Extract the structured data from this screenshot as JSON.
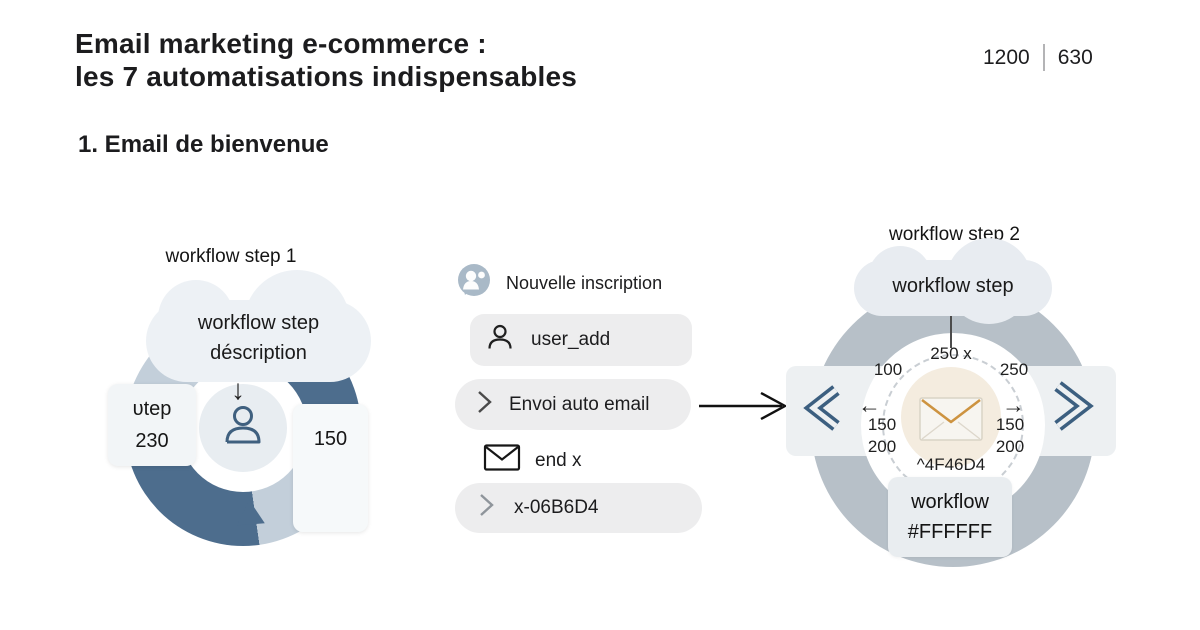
{
  "header": {
    "title_line1": "Email marketing e-commerce :",
    "title_line2": "les 7 automatisations indispensables",
    "canvas_width": "1200",
    "canvas_height": "630",
    "section_heading": "1. Email de bienvenue"
  },
  "left_diagram": {
    "title": "workflow step 1",
    "cloud_line1": "workflow step",
    "cloud_line2": "déscription",
    "down_arrow": "↓",
    "left_card_line1": "υtep",
    "left_card_line2": "230",
    "right_card_value": "150",
    "center_icon": "person-icon",
    "colors": {
      "ring_dark": "#4d6d8d",
      "ring_light": "#c3cfda",
      "center_circle": "#e8edf1"
    }
  },
  "flow_list": {
    "items": [
      {
        "icon": "person-badge-icon",
        "label": "Nouvelle inscription"
      },
      {
        "icon": "user-outline-icon",
        "label": "user_add"
      },
      {
        "icon": "chevron-right-icon",
        "label": "Envoi auto email"
      },
      {
        "icon": "envelope-outline-icon",
        "label": "end x"
      },
      {
        "icon": "chevron-right-icon",
        "label": "x-06B6D4"
      }
    ],
    "connector_icon": "long-right-arrow-icon"
  },
  "right_diagram": {
    "title": "workflow step 2",
    "cloud_text": "workflow step",
    "dial": {
      "top_label": "250 x",
      "upper_left": "100",
      "upper_right": "250",
      "lower_left_line1": "150",
      "lower_left_line2": "200",
      "lower_right_line1": "150",
      "lower_right_line2": "200",
      "bottom_code": "^4F46D4",
      "left_arrow": "←",
      "right_arrow": "→"
    },
    "bottom_card_line1": "workflow",
    "bottom_card_line2": "#FFFFFF",
    "colors": {
      "ring": "#b7c0c8",
      "center_circle": "#f4ecdf",
      "chevron_outline": "#3c5f80",
      "envelope_flap": "#cd9340"
    }
  }
}
